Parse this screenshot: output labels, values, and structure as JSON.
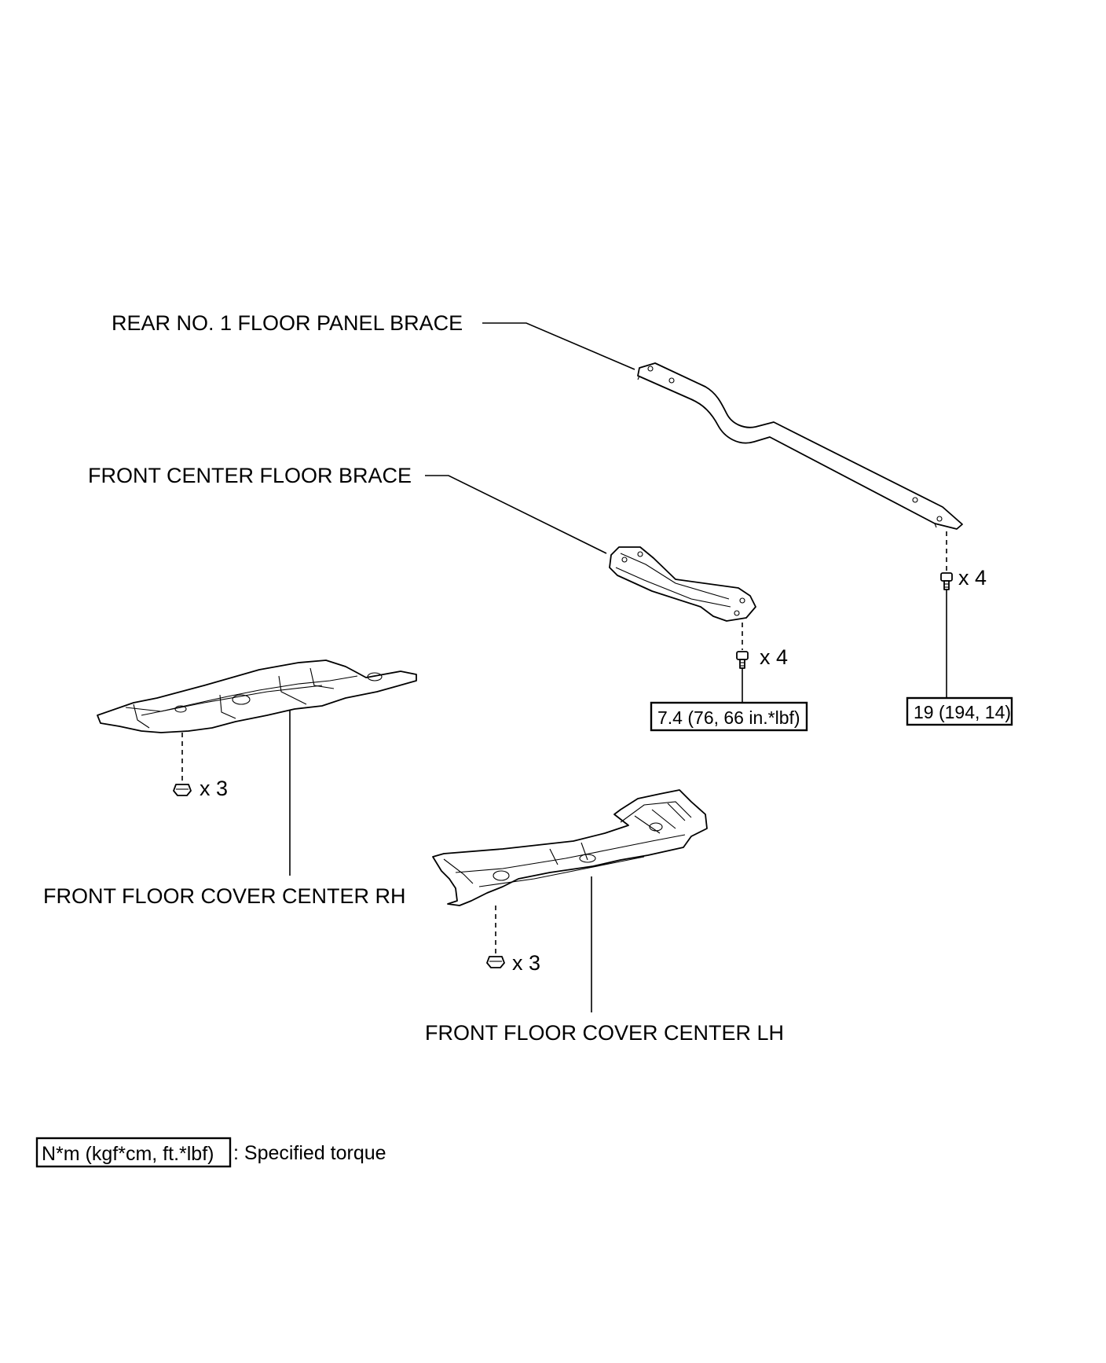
{
  "parts": {
    "rear_brace": "REAR NO. 1 FLOOR PANEL BRACE",
    "front_brace": "FRONT CENTER FLOOR BRACE",
    "cover_rh": "FRONT FLOOR COVER CENTER RH",
    "cover_lh": "FRONT FLOOR COVER CENTER LH"
  },
  "fasteners": {
    "rear_brace_qty": "x 4",
    "front_brace_qty": "x 4",
    "cover_rh_qty": "x 3",
    "cover_lh_qty": "x 3"
  },
  "torques": {
    "front_brace": "7.4 (76, 66 in.*lbf)",
    "rear_brace": "19 (194, 14)"
  },
  "legend": {
    "unit_box": "N*m (kgf*cm, ft.*lbf)",
    "description": ": Specified torque"
  }
}
